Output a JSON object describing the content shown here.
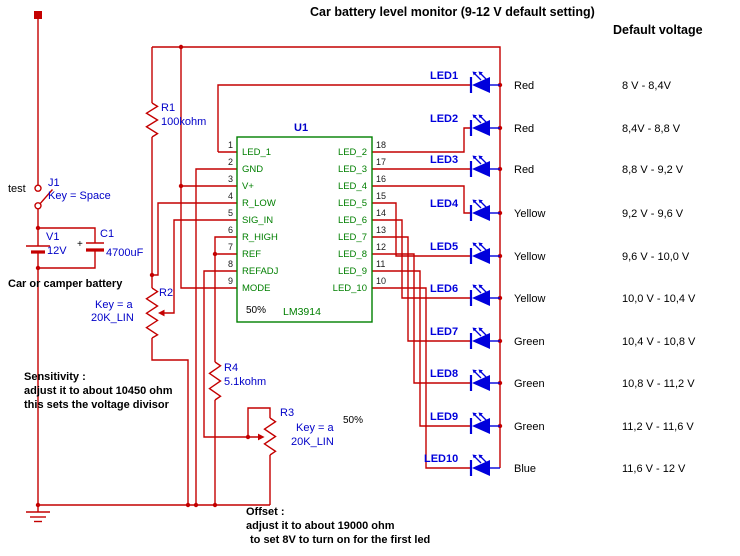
{
  "title": "Car battery level monitor (9-12 V default setting)",
  "default_voltage_header": "Default voltage",
  "chip": {
    "ref": "U1",
    "part": "LM3914",
    "left_pins": [
      {
        "num": "1",
        "label": "LED_1"
      },
      {
        "num": "2",
        "label": "GND"
      },
      {
        "num": "3",
        "label": "V+"
      },
      {
        "num": "4",
        "label": "R_LOW"
      },
      {
        "num": "5",
        "label": "SIG_IN"
      },
      {
        "num": "6",
        "label": "R_HIGH"
      },
      {
        "num": "7",
        "label": "REF"
      },
      {
        "num": "8",
        "label": "REFADJ"
      },
      {
        "num": "9",
        "label": "MODE"
      }
    ],
    "right_pins": [
      {
        "num": "18",
        "label": "LED_2"
      },
      {
        "num": "17",
        "label": "LED_3"
      },
      {
        "num": "16",
        "label": "LED_4"
      },
      {
        "num": "15",
        "label": "LED_5"
      },
      {
        "num": "14",
        "label": "LED_6"
      },
      {
        "num": "13",
        "label": "LED_7"
      },
      {
        "num": "12",
        "label": "LED_8"
      },
      {
        "num": "11",
        "label": "LED_9"
      },
      {
        "num": "10",
        "label": "LED_10"
      }
    ]
  },
  "components": {
    "j1": {
      "ref": "J1",
      "key": "Key = Space",
      "note": "test"
    },
    "v1": {
      "ref": "V1",
      "value": "12V"
    },
    "c1": {
      "ref": "C1",
      "value": "4700uF",
      "plus": "+"
    },
    "battery_caption": "Car or camper battery",
    "r1": {
      "ref": "R1",
      "value": "100kohm"
    },
    "r2": {
      "ref": "R2",
      "key": "Key = a",
      "value": "20K_LIN",
      "percent": "50%"
    },
    "r3": {
      "ref": "R3",
      "key": "Key = a",
      "value": "20K_LIN",
      "percent": "50%"
    },
    "r4": {
      "ref": "R4",
      "value": "5.1kohm"
    }
  },
  "leds": [
    {
      "name": "LED1",
      "color": "Red",
      "range": "8 V - 8,4V"
    },
    {
      "name": "LED2",
      "color": "Red",
      "range": "8,4V - 8,8 V"
    },
    {
      "name": "LED3",
      "color": "Red",
      "range": "8,8 V - 9,2 V"
    },
    {
      "name": "LED4",
      "color": "Yellow",
      "range": "9,2 V - 9,6 V"
    },
    {
      "name": "LED5",
      "color": "Yellow",
      "range": "9,6 V - 10,0 V"
    },
    {
      "name": "LED6",
      "color": "Yellow",
      "range": "10,0 V - 10,4 V"
    },
    {
      "name": "LED7",
      "color": "Green",
      "range": "10,4 V - 10,8 V"
    },
    {
      "name": "LED8",
      "color": "Green",
      "range": "10,8 V - 11,2 V"
    },
    {
      "name": "LED9",
      "color": "Green",
      "range": "11,2 V - 11,6 V"
    },
    {
      "name": "LED10",
      "color": "Blue",
      "range": "11,6 V - 12 V"
    }
  ],
  "notes": {
    "sensitivity": [
      "Sensitivity :",
      "adjust it to about 10450 ohm",
      "this sets the voltage divisor"
    ],
    "offset": [
      "Offset :",
      "adjust it to about 19000 ohm",
      "to set 8V to turn on for the first led"
    ]
  },
  "colors": {
    "wire_red": "#C40000",
    "label_blue": "#0000C8",
    "led_blue": "#0000DC",
    "chip_green": "#007F00",
    "text_black": "#000000"
  }
}
